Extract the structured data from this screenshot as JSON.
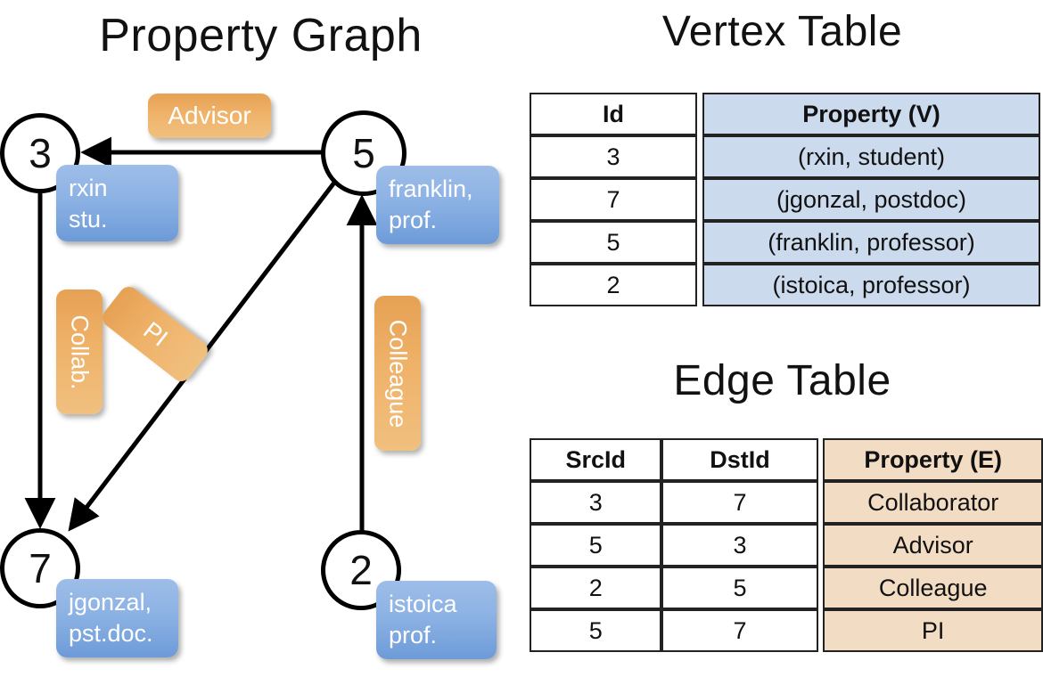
{
  "titles": {
    "property_graph": "Property Graph",
    "vertex_table": "Vertex Table",
    "edge_table": "Edge Table"
  },
  "graph": {
    "nodes": [
      {
        "id": "3",
        "property": "rxin\nstu."
      },
      {
        "id": "5",
        "property": "franklin,\nprof."
      },
      {
        "id": "7",
        "property": "jgonzal,\npst.doc."
      },
      {
        "id": "2",
        "property": "istoica\nprof."
      }
    ],
    "node_labels": {
      "n3": "3",
      "n5": "5",
      "n7": "7",
      "n2": "2"
    },
    "vertex_boxes": {
      "rxin_line1": "rxin",
      "rxin_line2": "stu.",
      "franklin_line1": "franklin,",
      "franklin_line2": "prof.",
      "jgonzal_line1": "jgonzal,",
      "jgonzal_line2": "pst.doc.",
      "istoica_line1": "istoica",
      "istoica_line2": "prof."
    },
    "edge_labels": {
      "advisor": "Advisor",
      "collab": "Collab.",
      "pi": "PI",
      "colleague": "Colleague"
    },
    "edges": [
      {
        "from": "5",
        "to": "3",
        "label": "Advisor"
      },
      {
        "from": "3",
        "to": "7",
        "label": "Collab."
      },
      {
        "from": "5",
        "to": "7",
        "label": "PI"
      },
      {
        "from": "2",
        "to": "5",
        "label": "Colleague"
      }
    ]
  },
  "vertex_table": {
    "headers": [
      "Id",
      "Property (V)"
    ],
    "rows": [
      {
        "id": "3",
        "property": "(rxin, student)"
      },
      {
        "id": "7",
        "property": "(jgonzal, postdoc)"
      },
      {
        "id": "5",
        "property": "(franklin, professor)"
      },
      {
        "id": "2",
        "property": "(istoica, professor)"
      }
    ]
  },
  "edge_table": {
    "headers": [
      "SrcId",
      "DstId",
      "Property (E)"
    ],
    "rows": [
      {
        "src": "3",
        "dst": "7",
        "property": "Collaborator"
      },
      {
        "src": "5",
        "dst": "3",
        "property": "Advisor"
      },
      {
        "src": "2",
        "dst": "5",
        "property": "Colleague"
      },
      {
        "src": "5",
        "dst": "7",
        "property": "PI"
      }
    ]
  },
  "colors": {
    "vertex_header_fill": "#ccdaed",
    "edge_header_fill": "#f3dcc4",
    "node_box_blue": "#8cb2e4",
    "edge_label_orange": "#efb269",
    "stroke": "#000000",
    "background": "#ffffff"
  }
}
